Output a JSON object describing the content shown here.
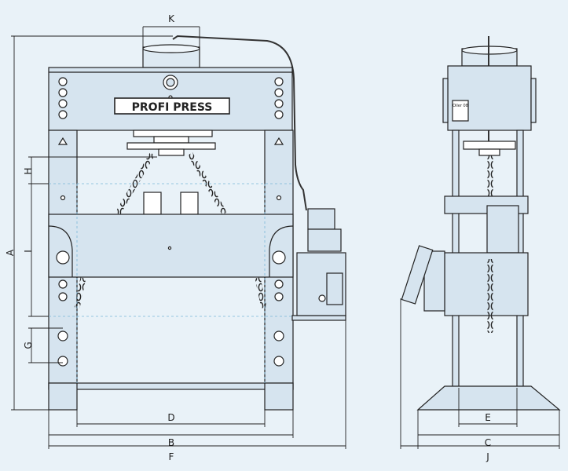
{
  "drawing": {
    "brand_label": "PROFI PRESS",
    "plate_label": "Oiler 08",
    "dimensions": {
      "k": "K",
      "h": "H",
      "a": "A",
      "i": "I",
      "g": "G",
      "d": "D",
      "b": "B",
      "f": "F",
      "e": "E",
      "c": "C",
      "j": "J"
    }
  }
}
